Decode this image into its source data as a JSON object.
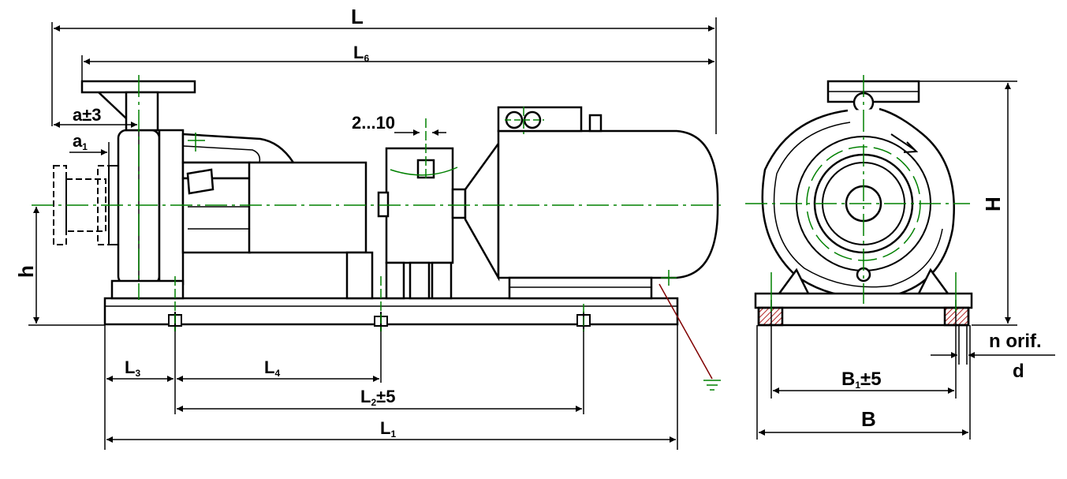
{
  "colors": {
    "line": "#000000",
    "centerline": "#008000",
    "ground": "#800000",
    "hatch": "#b22222"
  },
  "labels": {
    "L": "L",
    "L6_main": "L",
    "L6_sub": "6",
    "a3": "a±3",
    "a1_main": "a",
    "a1_sub": "1",
    "gap": "2...10",
    "h": "h",
    "L3_main": "L",
    "L3_sub": "3",
    "L4_main": "L",
    "L4_sub": "4",
    "L2_main": "L",
    "L2_sub": "2",
    "L2_tol": "±5",
    "L1_main": "L",
    "L1_sub": "1",
    "H": "H",
    "n_orif": "n orif.",
    "d": "d",
    "B1_main": "B",
    "B1_sub": "1",
    "B1_tol": "±5",
    "B": "B"
  }
}
